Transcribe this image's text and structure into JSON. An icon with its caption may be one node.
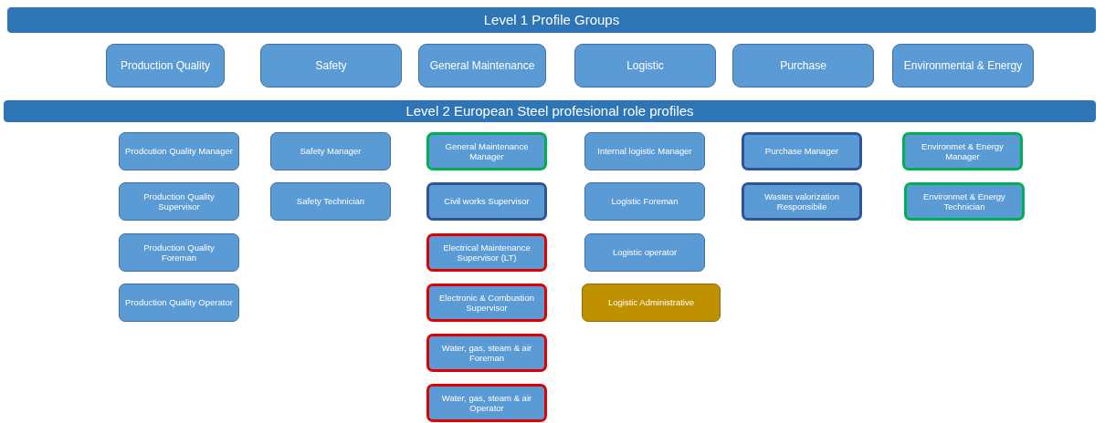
{
  "diagram": {
    "nodes": [
      {
        "text": [
          "Level 1 Profile Groups"
        ]
      },
      {
        "text": [
          "Production Quality"
        ]
      },
      {
        "text": [
          "Safety"
        ]
      },
      {
        "text": [
          "General Maintenance"
        ]
      },
      {
        "text": [
          "Logistic"
        ]
      },
      {
        "text": [
          "Purchase"
        ]
      },
      {
        "text": [
          "Environmental & Energy"
        ]
      },
      {
        "text": [
          "Level 2 European Steel profesional role profiles"
        ]
      },
      {
        "text": [
          "Prodcution Quality Manager"
        ]
      },
      {
        "text": [
          "Production Quality Supervisor"
        ]
      },
      {
        "text": [
          "Production Quality Foreman"
        ]
      },
      {
        "text": [
          "Production Quality Operator"
        ]
      },
      {
        "text": [
          "Safety Manager"
        ]
      },
      {
        "text": [
          "Safety Technician"
        ]
      },
      {
        "text": [
          "General Maintenance Manager"
        ]
      },
      {
        "text": [
          "Civil works Supervisor"
        ]
      },
      {
        "text": [
          "Electrical Maintenance Supervisor (LT)"
        ]
      },
      {
        "text": [
          "Electronic & Combustion Supervisor"
        ]
      },
      {
        "text": [
          "Water, gas, steam & air Foreman"
        ]
      },
      {
        "text": [
          "Water, gas, steam & air Operator"
        ]
      },
      {
        "text": [
          "Internal logistic Manager"
        ]
      },
      {
        "text": [
          "Logistic Foreman"
        ]
      },
      {
        "text": [
          "Logistic operator"
        ]
      },
      {
        "text": [
          "Logistic Administrative"
        ]
      },
      {
        "text": [
          "Purchase Manager"
        ]
      },
      {
        "text": [
          "Wastes valorization Responsibile"
        ]
      },
      {
        "text": [
          "Environmet & Energy Manager"
        ]
      },
      {
        "text": [
          "Environmet & Energy Technician"
        ]
      }
    ]
  }
}
